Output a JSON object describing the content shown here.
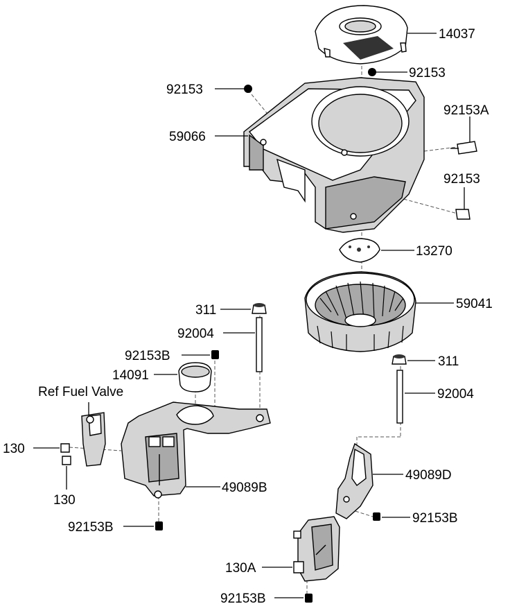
{
  "parts": {
    "p14037": "14037",
    "p92153_top": "92153",
    "p92153_left": "92153",
    "p92153A": "92153A",
    "p59066": "59066",
    "p92153_right": "92153",
    "p13270": "13270",
    "p59041": "59041",
    "p311_left": "311",
    "p92004_left": "92004",
    "p92153B_upper": "92153B",
    "p14091": "14091",
    "p311_right": "311",
    "p92004_right": "92004",
    "p130_left": "130",
    "p130_bottom": "130",
    "p49089B": "49089B",
    "p92153B_lower": "92153B",
    "p49089D": "49089D",
    "p92153B_right": "92153B",
    "p130A": "130A",
    "p92153B_bottom": "92153B"
  },
  "reference": {
    "fuel_valve": "Ref Fuel Valve"
  }
}
